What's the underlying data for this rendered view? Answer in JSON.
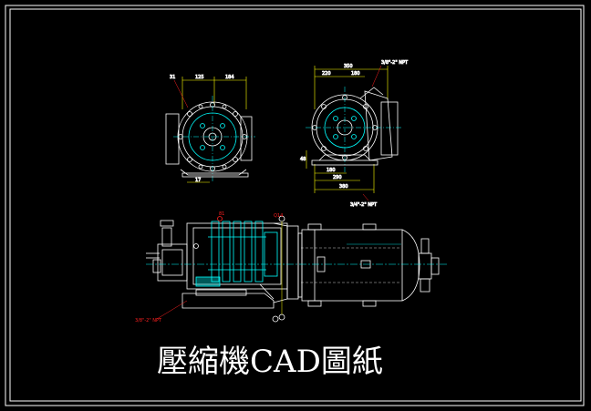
{
  "title": "壓縮機CAD圖紙",
  "colors": {
    "background": "#000000",
    "frame": "#ffffff",
    "body": "#ffffff",
    "centerline": "#00ffff",
    "dimension": "#ffff00",
    "annotation": "#ff2020"
  },
  "labels": {
    "front_view": {
      "top_dims": [
        "125",
        "184"
      ],
      "left_tag": "31",
      "bottom_dim": "17"
    },
    "side_view": {
      "top_dims": [
        "350",
        "220",
        "180"
      ],
      "top_note": "3/8\"-2\" NPT",
      "bottom_dims": [
        "180",
        "290",
        "380"
      ],
      "left_dim": "48",
      "bottom_note": "3/4\"-2\" NPT"
    },
    "plan_view": {
      "left_tag": "81",
      "right_tag": "Q14",
      "bottom_note": "3/8\"-2\" NPT"
    }
  }
}
